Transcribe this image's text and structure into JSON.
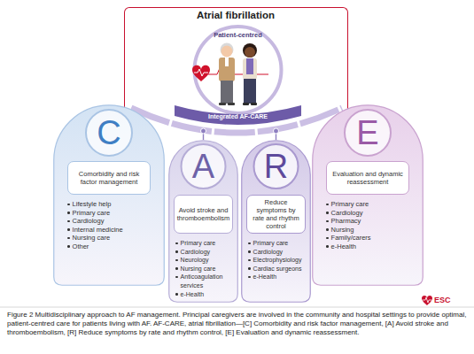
{
  "diagram": {
    "caption": "Figure 2 Multidisciplinary approach to AF management. Principal caregivers are involved in the community and hospital settings to provide optimal, patient-centred care for patients living with AF. AF-CARE, atrial fibrillation—[C] Comorbidity and risk factor management, [A] Avoid stroke and thromboembolism, [R] Reduce symptoms by rate and rhythm control, [E] Evaluation and dynamic reassessment.",
    "nodes": [
      {
        "text": [
          "Atrial fibrillation"
        ]
      },
      {
        "text": [
          "Patient-centred",
          "Integrated AF-CARE"
        ],
        "in": 0
      },
      {
        "text": [
          "C",
          "Lifestyle help",
          "Primary care",
          "Cardiology",
          "Internal medicine",
          "Nursing care",
          "Other"
        ]
      },
      {
        "text": [
          "Comorbidity and risk factor management"
        ],
        "in": 2
      },
      {
        "text": [
          "A",
          "Primary care",
          "Cardiology",
          "Neurology",
          "Nursing care",
          "Anticoagulation services",
          "e-Health"
        ]
      },
      {
        "text": [
          "Avoid stroke and thromboembolism"
        ],
        "in": 4
      },
      {
        "text": [
          "R",
          "Primary care",
          "Cardiology",
          "Electrophysiology",
          "Cardiac surgeons",
          "e-Health"
        ]
      },
      {
        "text": [
          "Reduce symptoms by rate and rhythm control"
        ],
        "in": 6
      },
      {
        "text": [
          "E",
          "Primary care",
          "Cardiology",
          "Pharmacy",
          "Nursing",
          "Family/carers",
          "e-Health"
        ]
      },
      {
        "text": [
          "Evaluation and dynamic reassessment"
        ],
        "in": 8
      }
    ],
    "edges": [
      {
        "from": 1,
        "to": 4,
        "arrow": "none"
      },
      {
        "from": 1,
        "to": 6,
        "arrow": "none"
      }
    ],
    "labels": [
      "ESC"
    ]
  }
}
